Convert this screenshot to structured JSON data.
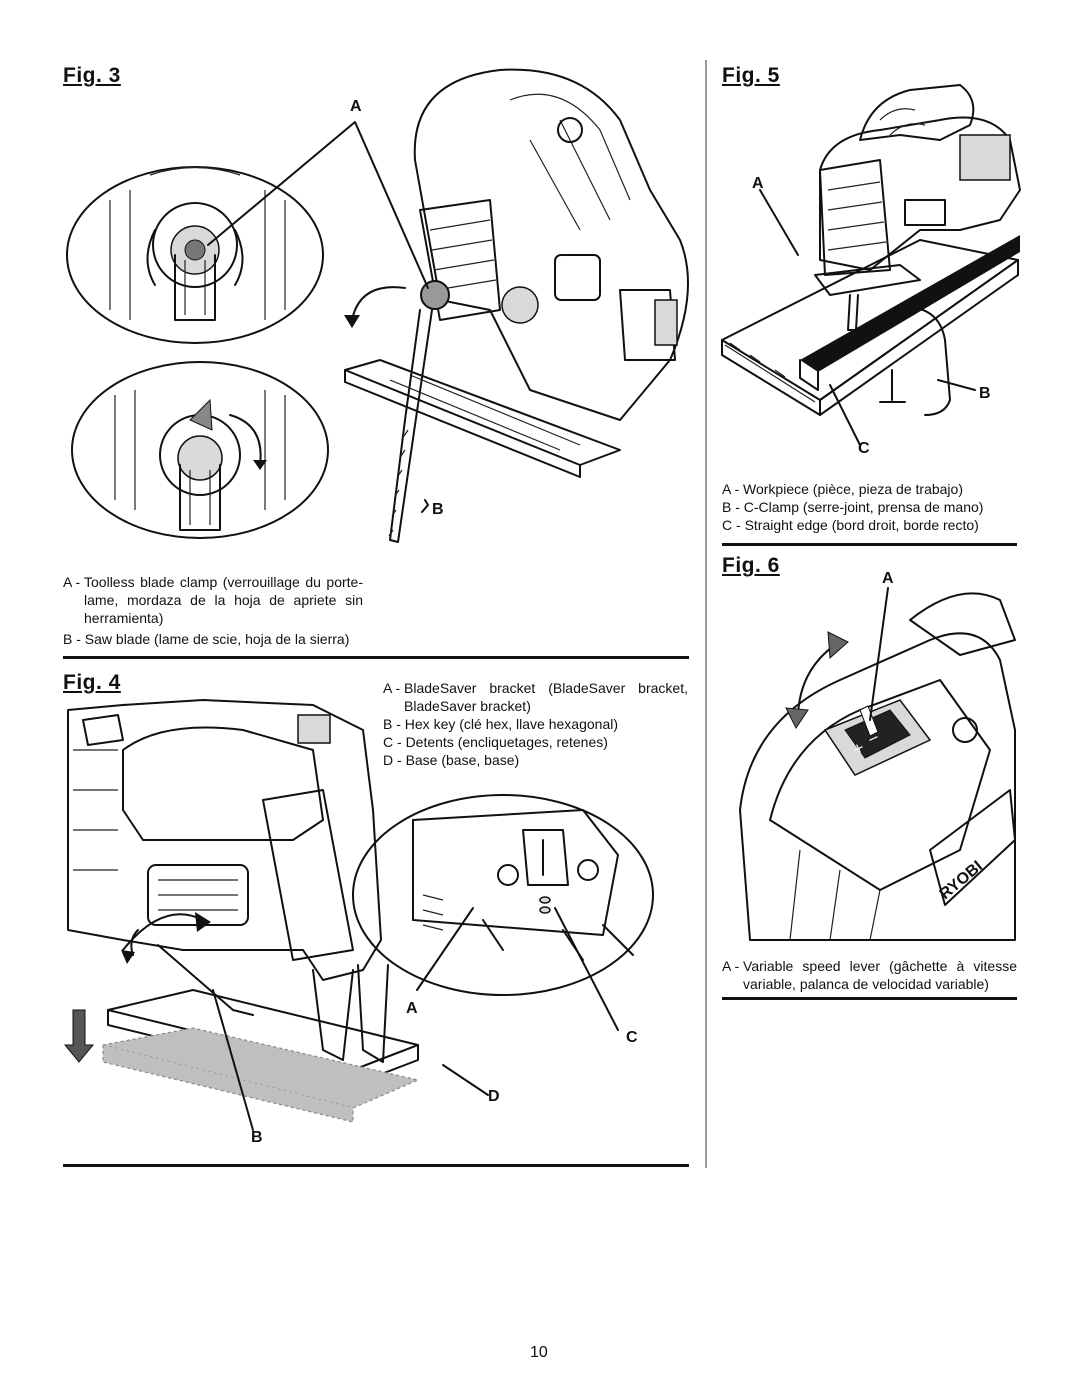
{
  "page_number": "10",
  "fig3": {
    "title": "Fig. 3",
    "callouts": {
      "a": "A",
      "b": "B"
    },
    "legend": [
      {
        "key": "A - ",
        "text": "Toolless blade clamp (verrouillage du porte-lame, mordaza de la hoja de apriete sin herramienta)"
      },
      {
        "key": "B - ",
        "text": "Saw blade (lame de scie, hoja de la sierra)"
      }
    ]
  },
  "fig4": {
    "title": "Fig. 4",
    "callouts": {
      "a": "A",
      "b": "B",
      "c": "C",
      "d": "D"
    },
    "legend": [
      {
        "key": "A - ",
        "text": "BladeSaver bracket (BladeSaver bracket, BladeSaver bracket)"
      },
      {
        "key": "B - ",
        "text": "Hex key (clé hex, llave hexagonal)"
      },
      {
        "key": "C - ",
        "text": "Detents (encliquetages, retenes)"
      },
      {
        "key": "D - ",
        "text": "Base (base, base)"
      }
    ]
  },
  "fig5": {
    "title": "Fig. 5",
    "callouts": {
      "a": "A",
      "b": "B",
      "c": "C"
    },
    "legend": [
      {
        "key": "A - ",
        "text": "Workpiece (pièce, pieza de trabajo)"
      },
      {
        "key": "B - ",
        "text": "C-Clamp (serre-joint, prensa de mano)"
      },
      {
        "key": "C - ",
        "text": "Straight edge (bord droit, borde recto)"
      }
    ]
  },
  "fig6": {
    "title": "Fig. 6",
    "callouts": {
      "a": "A"
    },
    "brand": "RYOBI",
    "legend": [
      {
        "key": "A - ",
        "text": "Variable speed lever (gâchette à vitesse variable, palanca de velocidad variable)"
      }
    ]
  }
}
